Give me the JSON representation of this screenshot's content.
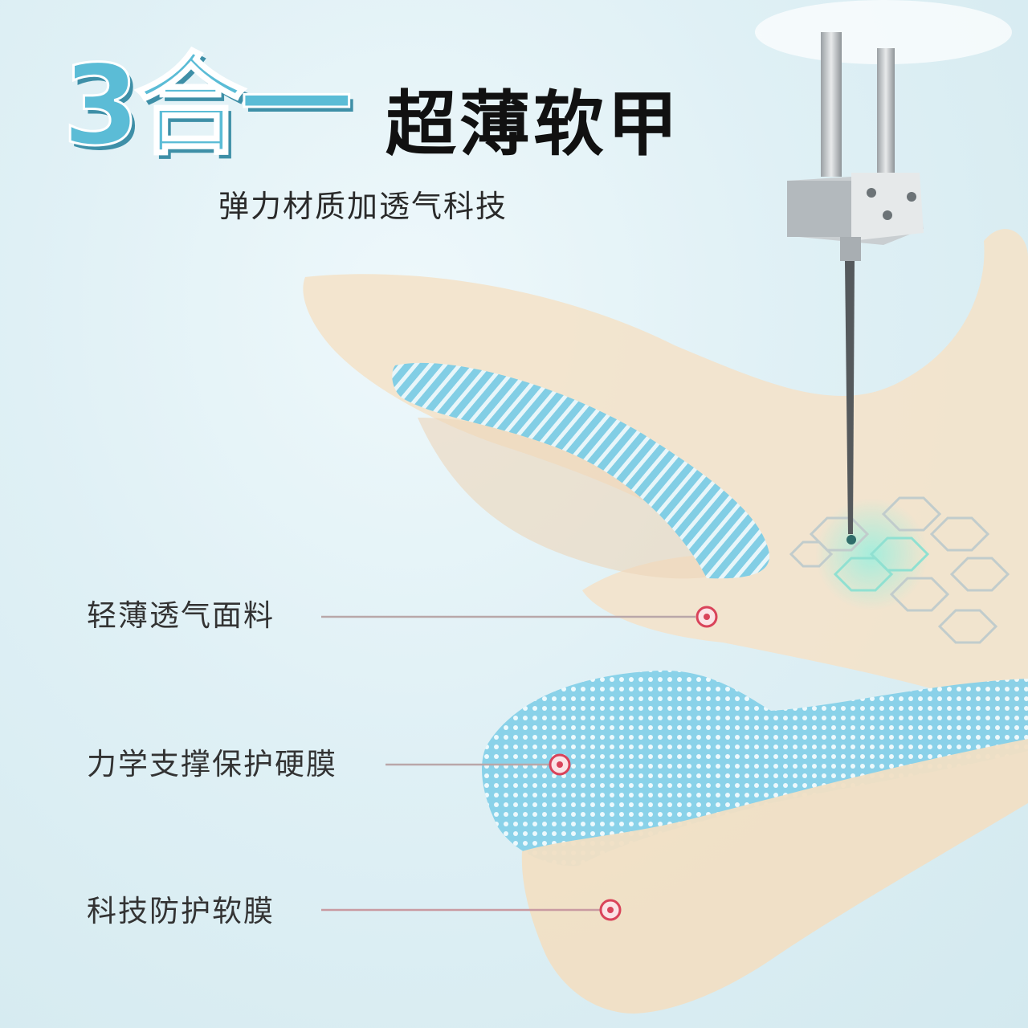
{
  "headline": {
    "number": "3合一",
    "title": "超薄软甲"
  },
  "subtitle": "弹力材质加透气科技",
  "callouts": [
    {
      "label": "轻薄透气面料"
    },
    {
      "label": "力学支撑保护硬膜"
    },
    {
      "label": "科技防护软膜"
    }
  ],
  "colors": {
    "accent": "#5bbcd6",
    "pointer": "#d9435a",
    "skin": "#f2e1c8",
    "mesh": "#7ccde6"
  }
}
